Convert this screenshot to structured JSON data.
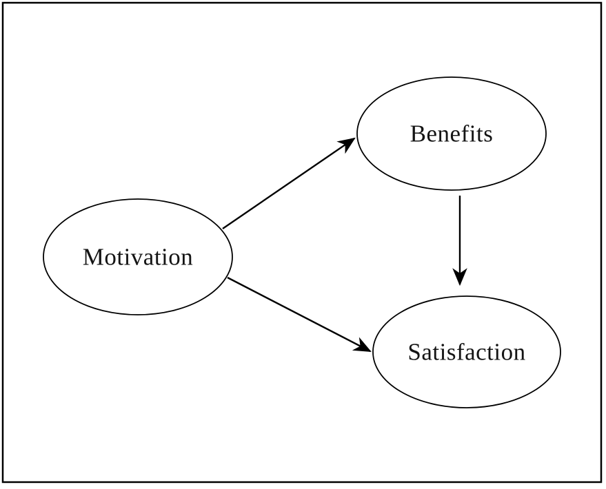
{
  "diagram": {
    "description": "Conceptual path model linking motivation to benefits and satisfaction",
    "frame_color": "#000000",
    "background_color": "#ffffff",
    "line_color": "#000000",
    "text_color": "#141414",
    "nodes": [
      {
        "id": "motivation",
        "label": "Motivation",
        "shape": "ellipse"
      },
      {
        "id": "benefits",
        "label": "Benefits",
        "shape": "ellipse"
      },
      {
        "id": "satisfaction",
        "label": "Satisfaction",
        "shape": "ellipse"
      }
    ],
    "edges": [
      {
        "from": "Motivation",
        "to": "Benefits",
        "style": "arrow"
      },
      {
        "from": "Motivation",
        "to": "Satisfaction",
        "style": "arrow"
      },
      {
        "from": "Benefits",
        "to": "Satisfaction",
        "style": "arrow"
      }
    ]
  }
}
